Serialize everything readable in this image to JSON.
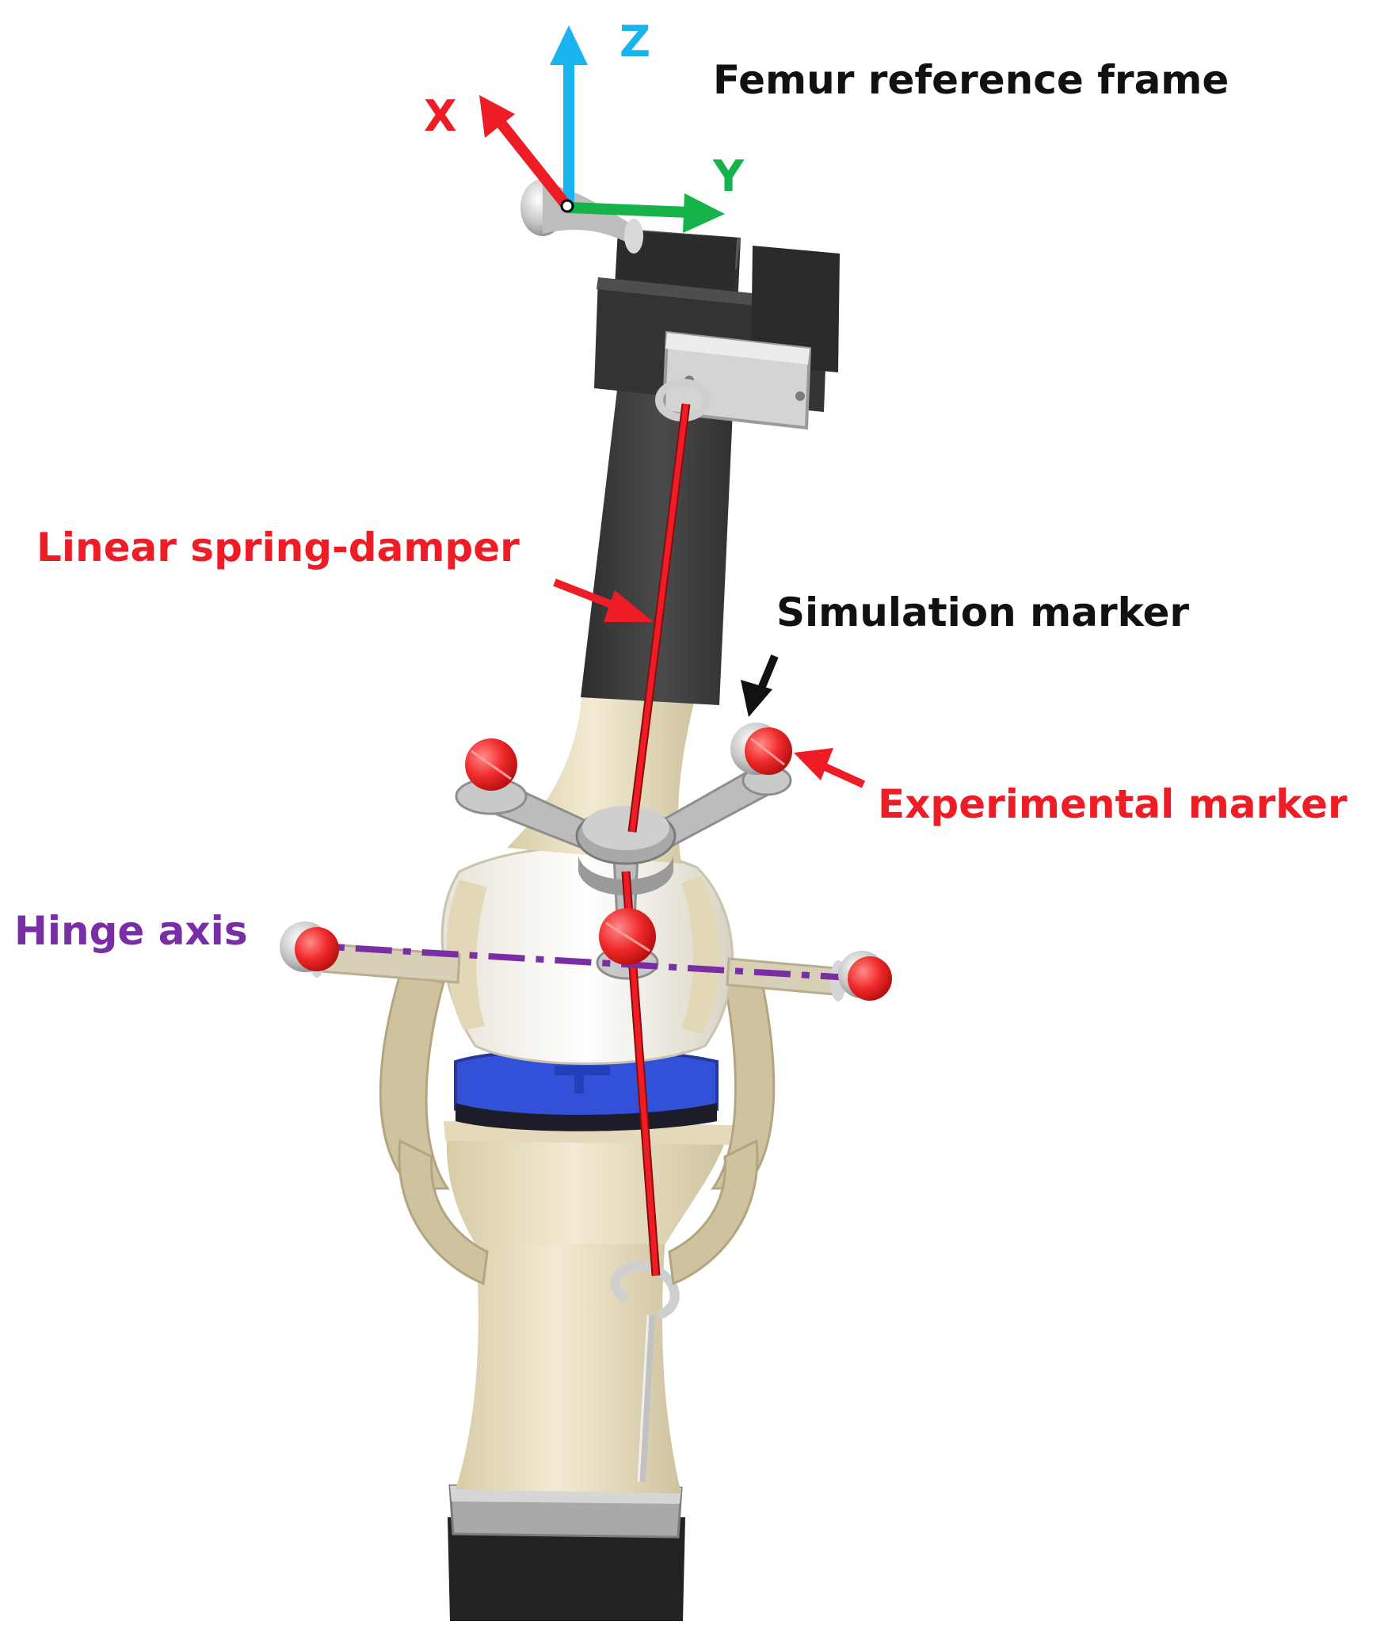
{
  "labels": {
    "title": "Femur reference frame",
    "spring": "Linear spring-damper",
    "sim_marker": "Simulation marker",
    "exp_marker": "Experimental marker",
    "hinge": "Hinge axis"
  },
  "axes": {
    "x": "X",
    "y": "Y",
    "z": "Z"
  },
  "colors": {
    "red": "#ee1c24",
    "z_axis": "#19b4ee",
    "y_axis": "#16b24a",
    "hinge": "#7a2ea6",
    "bone": "#e9dfc3",
    "bone_shade": "#cbbf9c",
    "dark": "#3c3c3c",
    "metal": "#c9c9c9",
    "insert": "#3350d8",
    "black": "#111111"
  }
}
